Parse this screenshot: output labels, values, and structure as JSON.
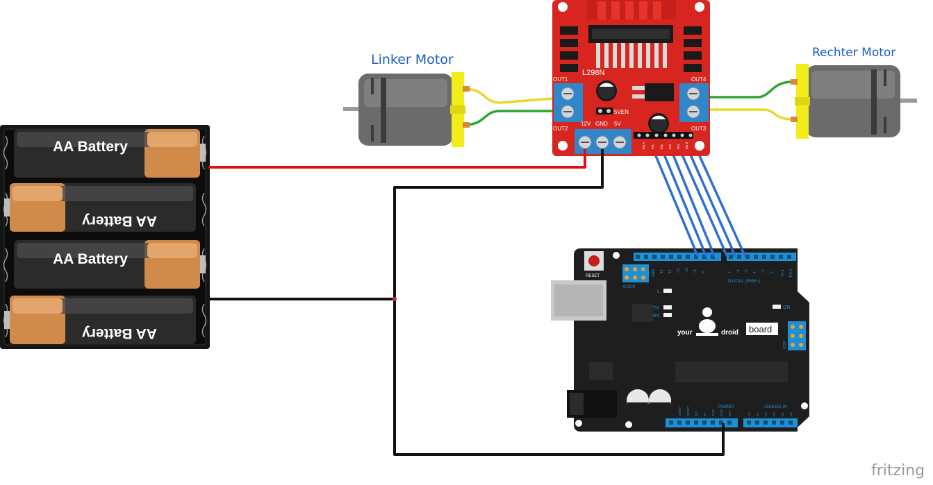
{
  "diagram": {
    "motor_left_label": "Linker Motor",
    "motor_right_label": "Rechter Motor",
    "battery_label": "AA Battery",
    "driver": {
      "name": "L298N",
      "out1": "OUT1",
      "out2": "OUT2",
      "out3": "OUT3",
      "out4": "OUT4",
      "v12": "12V",
      "gnd": "GND",
      "v5": "5V",
      "en5v": "5VEN",
      "logic_pins": [
        "EN A",
        "IN1",
        "IN2",
        "IN3",
        "IN4",
        "EN B"
      ]
    },
    "arduino": {
      "reset": "RESET",
      "icsp2": "ICSP2",
      "icsp": "ICSP",
      "led_l": "L",
      "led_tx": "TX",
      "led_rx": "RX",
      "led_on": "ON",
      "brand_your": "your",
      "brand_droid": "droid",
      "brand_board": "board",
      "digital_label": "DIGITAL (PWM~)",
      "power_label": "POWER",
      "analog_label": "ANALOG IN",
      "aref": "AREF",
      "gnd": "GND",
      "digital_pins": [
        "13",
        "12",
        "~11",
        "~10",
        "~9",
        "8",
        "7",
        "~6",
        "~5",
        "4",
        "~3",
        "2",
        "TX 1",
        "RX 0"
      ],
      "power_pins": [
        "IOREF",
        "RESET",
        "3V3",
        "5V",
        "GND",
        "GND",
        "VIN"
      ],
      "analog_pins": [
        "A0",
        "A1",
        "A2",
        "A3",
        "A4",
        "A5"
      ]
    },
    "watermark": "fritzing",
    "colors": {
      "driver_board": "#d7261f",
      "terminal_block": "#2f86c9",
      "motor_body": "#6b6b6b",
      "motor_cap": "#f2ec1a",
      "battery_body": "#2b2b2b",
      "battery_cap": "#d08a4a",
      "wire_red": "#e01010",
      "wire_black": "#111111",
      "wire_blue": "#2f6fd0",
      "wire_green": "#2fa52f",
      "wire_yellow": "#e8d82a",
      "arduino_board": "#1e1e1e",
      "header_blue": "#1e90d6"
    }
  }
}
